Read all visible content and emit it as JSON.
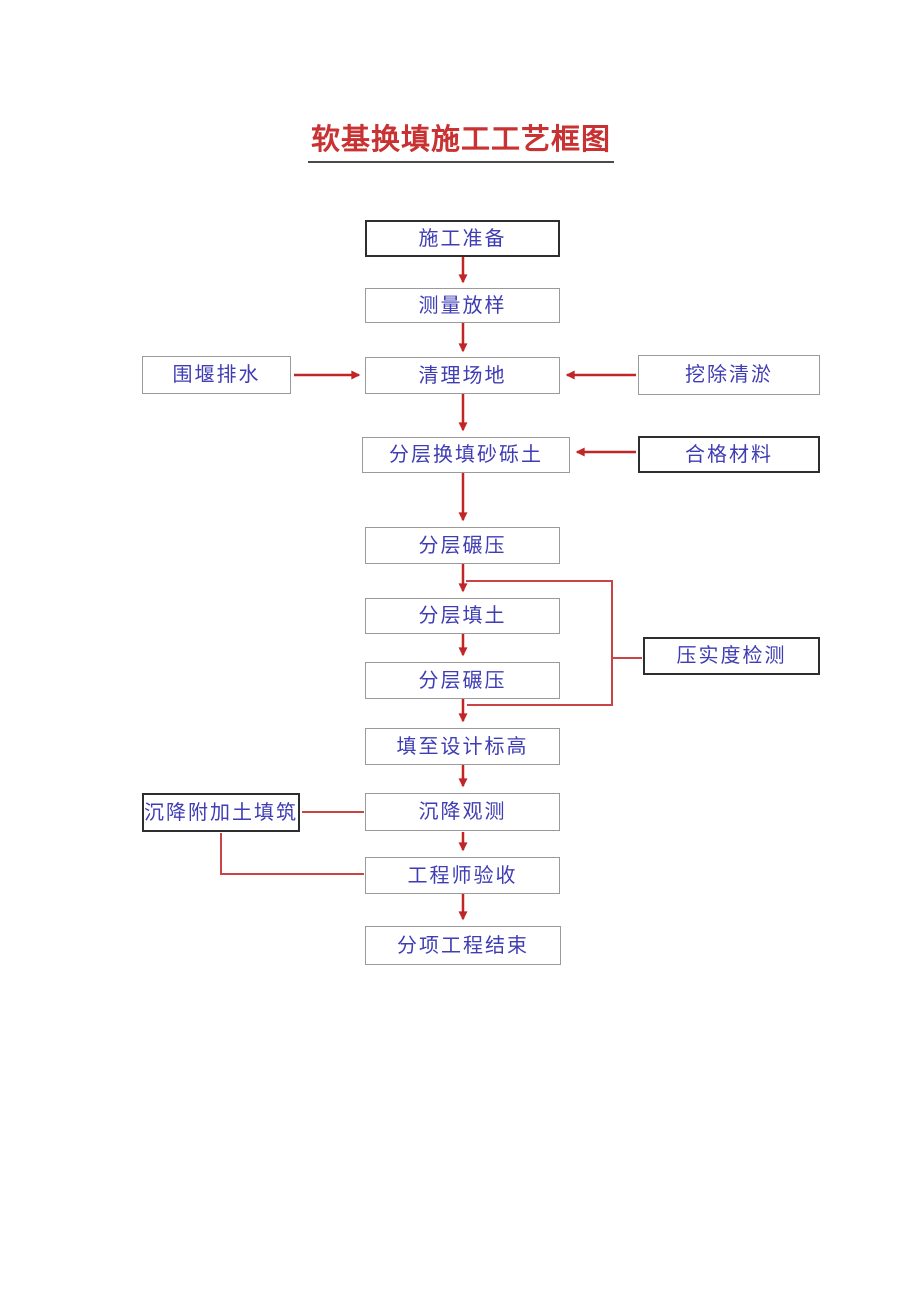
{
  "title": "软基换填施工工艺框图",
  "nodes": {
    "construction_preparation": "施工准备",
    "survey_layout": "测量放样",
    "cofferdam_drainage": "围堰排水",
    "site_clearing": "清理场地",
    "excavation_dredging": "挖除清淤",
    "layered_backfill": "分层换填砂砾土",
    "qualified_materials": "合格材料",
    "layer_compaction_1": "分层碾压",
    "layer_filling": "分层填土",
    "layer_compaction_2": "分层碾压",
    "compaction_test": "压实度检测",
    "fill_to_design_elevation": "填至设计标高",
    "settlement_surcharge_fill": "沉降附加土填筑",
    "settlement_observation": "沉降观测",
    "engineer_acceptance": "工程师验收",
    "subproject_end": "分项工程结束"
  },
  "edges": [
    {
      "from": "construction_preparation",
      "to": "survey_layout",
      "style": "arrow"
    },
    {
      "from": "survey_layout",
      "to": "site_clearing",
      "style": "arrow"
    },
    {
      "from": "cofferdam_drainage",
      "to": "site_clearing",
      "style": "arrow"
    },
    {
      "from": "excavation_dredging",
      "to": "site_clearing",
      "style": "arrow"
    },
    {
      "from": "site_clearing",
      "to": "layered_backfill",
      "style": "arrow"
    },
    {
      "from": "qualified_materials",
      "to": "layered_backfill",
      "style": "arrow"
    },
    {
      "from": "layered_backfill",
      "to": "layer_compaction_1",
      "style": "arrow"
    },
    {
      "from": "layer_compaction_1",
      "to": "layer_filling",
      "style": "arrow"
    },
    {
      "from": "layer_filling",
      "to": "layer_compaction_2",
      "style": "arrow"
    },
    {
      "from": "layer_compaction_2",
      "to": "fill_to_design_elevation",
      "style": "arrow"
    },
    {
      "from": "layer_compaction_1",
      "to": "compaction_test",
      "style": "bracket-plain"
    },
    {
      "from": "layer_compaction_2",
      "to": "compaction_test",
      "style": "bracket-plain"
    },
    {
      "from": "fill_to_design_elevation",
      "to": "settlement_observation",
      "style": "arrow"
    },
    {
      "from": "settlement_surcharge_fill",
      "to": "settlement_observation",
      "style": "plain"
    },
    {
      "from": "settlement_surcharge_fill",
      "to": "engineer_acceptance",
      "style": "plain"
    },
    {
      "from": "settlement_observation",
      "to": "engineer_acceptance",
      "style": "arrow"
    },
    {
      "from": "engineer_acceptance",
      "to": "subproject_end",
      "style": "arrow"
    }
  ],
  "colors": {
    "title_red": "#c83232",
    "arrow_red": "#c22525",
    "node_text_blue": "#3f3cb4",
    "node_border_gray": "#9a9a9a",
    "node_border_dark": "#2e2e2e"
  }
}
